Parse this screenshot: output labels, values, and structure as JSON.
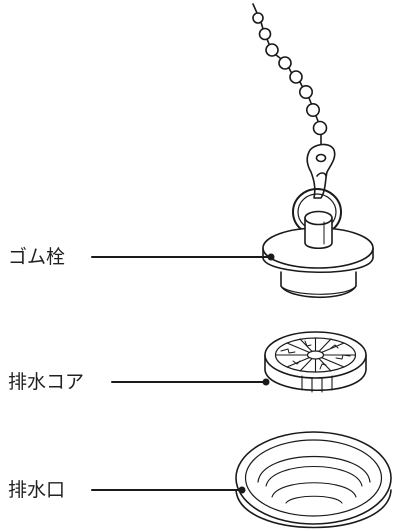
{
  "diagram": {
    "labels": {
      "rubber_stopper": "ゴム栓",
      "drain_core": "排水コア",
      "drain_outlet": "排水口"
    },
    "colors": {
      "stroke": "#1a1a1a",
      "fill": "#ffffff",
      "text": "#222222"
    }
  }
}
